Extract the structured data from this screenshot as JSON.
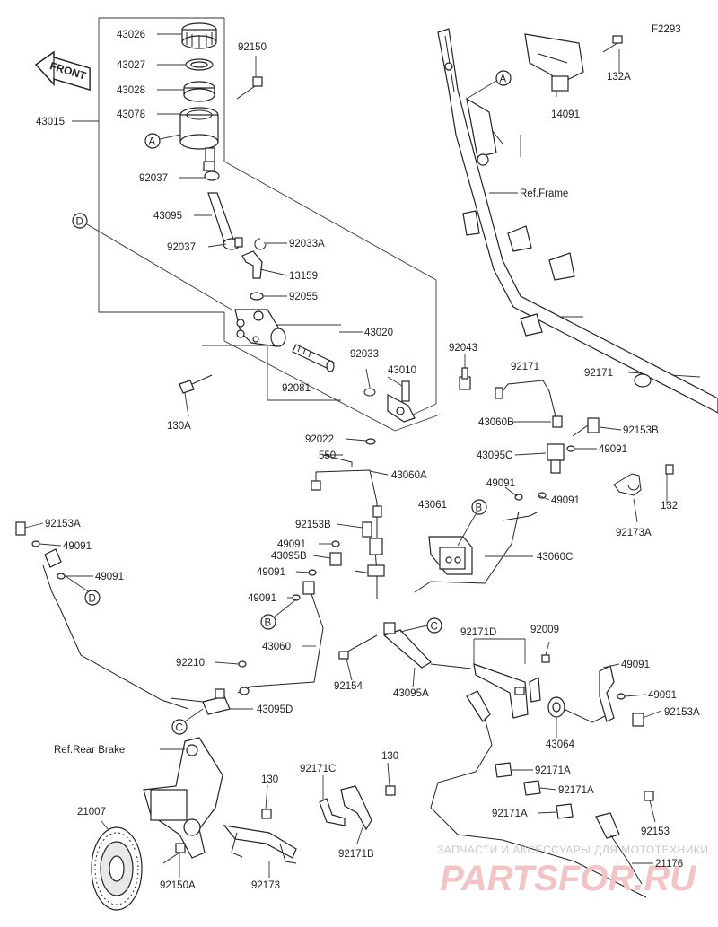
{
  "diagram_code": "F2293",
  "front_label": "FRONT",
  "refs": {
    "frame": "Ref.Frame",
    "rear_brake": "Ref.Rear Brake"
  },
  "callouts": [
    "A",
    "A",
    "B",
    "B",
    "C",
    "C",
    "D",
    "D"
  ],
  "part_labels": [
    "43026",
    "43027",
    "43028",
    "43078",
    "43015",
    "92150",
    "92037",
    "43095",
    "92037",
    "92033A",
    "13159",
    "92055",
    "43020",
    "92033",
    "92081",
    "43010",
    "130A",
    "92022",
    "550",
    "43060A",
    "92043",
    "43060B",
    "92153B",
    "43095C",
    "49091",
    "49091",
    "49091",
    "132",
    "92173A",
    "132A",
    "14091",
    "92171",
    "92171",
    "92153A",
    "49091",
    "49091",
    "92153B",
    "49091",
    "43095B",
    "49091",
    "43061",
    "43060C",
    "49091",
    "43060",
    "92210",
    "43095D",
    "92154",
    "43095A",
    "92171D",
    "92009",
    "49091",
    "49091",
    "92153A",
    "43064",
    "130",
    "92171C",
    "130",
    "92171A",
    "92171A",
    "92171A",
    "92153",
    "21007",
    "92150A",
    "92173",
    "92171B",
    "21176"
  ],
  "watermark": {
    "caption": "ЗАПЧАСТИ И АКСЕССУАРЫ ДЛЯ МОТОТЕХНИКИ",
    "brand": "PARTSFOR.RU"
  }
}
